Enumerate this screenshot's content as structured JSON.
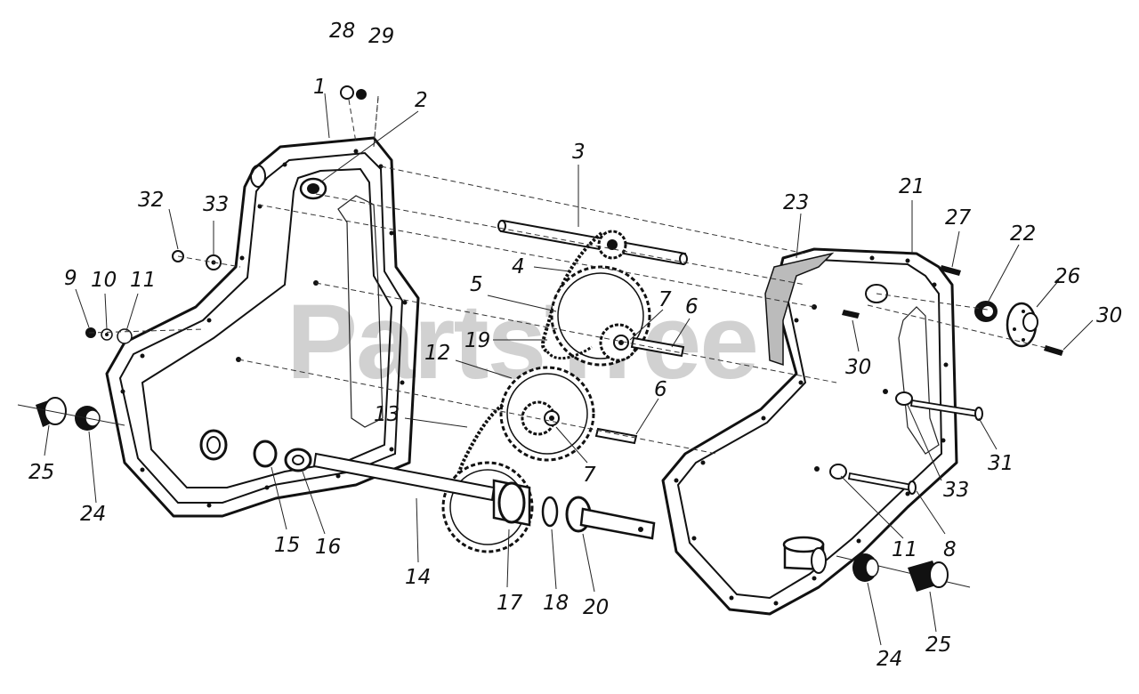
{
  "watermark": "PartsTree",
  "labels": {
    "l1": "1",
    "l2": "2",
    "l3": "3",
    "l4": "4",
    "l5": "5",
    "l6a": "6",
    "l6b": "6",
    "l7a": "7",
    "l7b": "7",
    "l8": "8",
    "l9": "9",
    "l10": "10",
    "l11a": "11",
    "l11b": "11",
    "l12": "12",
    "l13": "13",
    "l14": "14",
    "l15": "15",
    "l16": "16",
    "l17": "17",
    "l18": "18",
    "l19": "19",
    "l20": "20",
    "l21": "21",
    "l22": "22",
    "l23": "23",
    "l24a": "24",
    "l24b": "24",
    "l25a": "25",
    "l25b": "25",
    "l26": "26",
    "l27": "27",
    "l28": "28",
    "l29": "29",
    "l30a": "30",
    "l30b": "30",
    "l31": "31",
    "l32": "32",
    "l33a": "33",
    "l33b": "33"
  }
}
